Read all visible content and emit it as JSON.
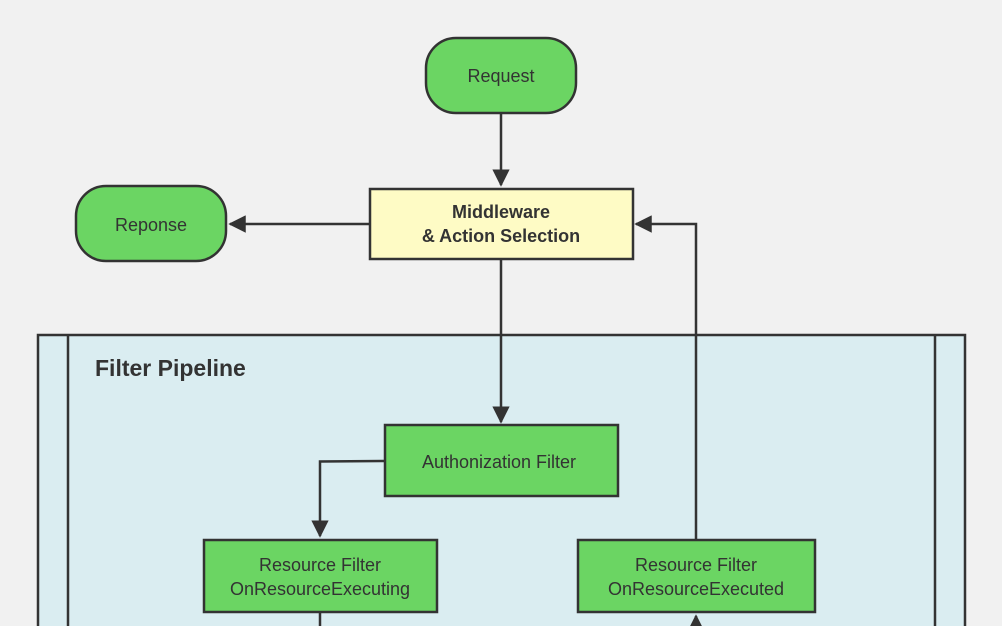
{
  "nodes": {
    "request": {
      "label": "Request"
    },
    "response": {
      "label": "Reponse"
    },
    "middleware": {
      "line1": "Middleware",
      "line2": "& Action Selection"
    },
    "authorization": {
      "label": "Authonization Filter"
    },
    "resource_executing": {
      "line1": "Resource Filter",
      "line2": "OnResourceExecuting"
    },
    "resource_executed": {
      "line1": "Resource Filter",
      "line2": "OnResourceExecuted"
    }
  },
  "pipeline": {
    "title": "Filter Pipeline"
  },
  "colors": {
    "background": "#f1f1f1",
    "terminal_fill": "#6bd563",
    "process_fill": "#6bd563",
    "middleware_fill": "#fefbc5",
    "pipeline_fill": "#daedf1",
    "stroke": "#333333"
  }
}
